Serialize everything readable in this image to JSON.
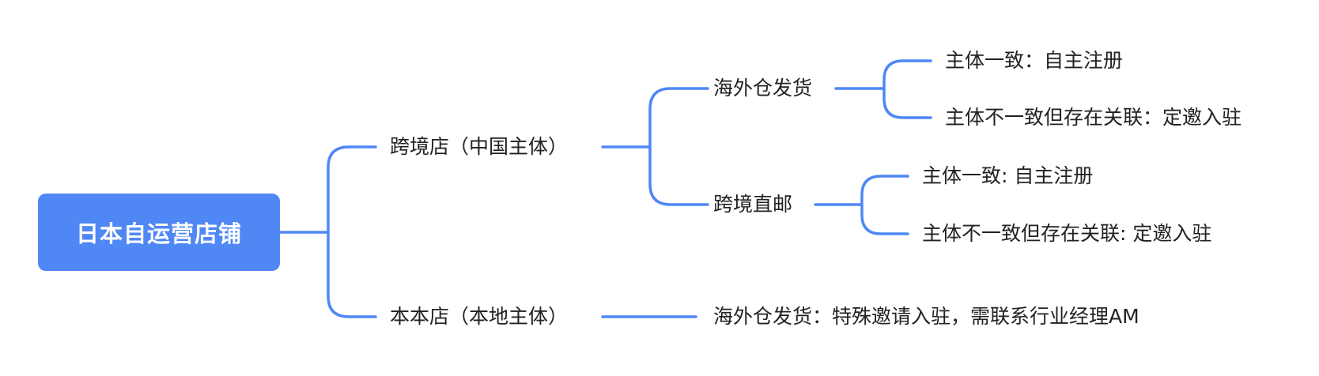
{
  "colors": {
    "accent": "#4f87f5",
    "text": "#222222",
    "root_text": "#ffffff",
    "background": "#ffffff"
  },
  "root": {
    "label": "日本自运营店铺"
  },
  "branches": [
    {
      "label": "跨境店（中国主体）",
      "children": [
        {
          "label": "海外仓发货",
          "children": [
            {
              "label": "主体一致：自主注册"
            },
            {
              "label": "主体不一致但存在关联：定邀入驻"
            }
          ]
        },
        {
          "label": "跨境直邮",
          "children": [
            {
              "label": "主体一致: 自主注册"
            },
            {
              "label": "主体不一致但存在关联: 定邀入驻"
            }
          ]
        }
      ]
    },
    {
      "label": "本本店（本地主体）",
      "children": [
        {
          "label": "海外仓发货：特殊邀请入驻，需联系行业经理AM"
        }
      ]
    }
  ]
}
